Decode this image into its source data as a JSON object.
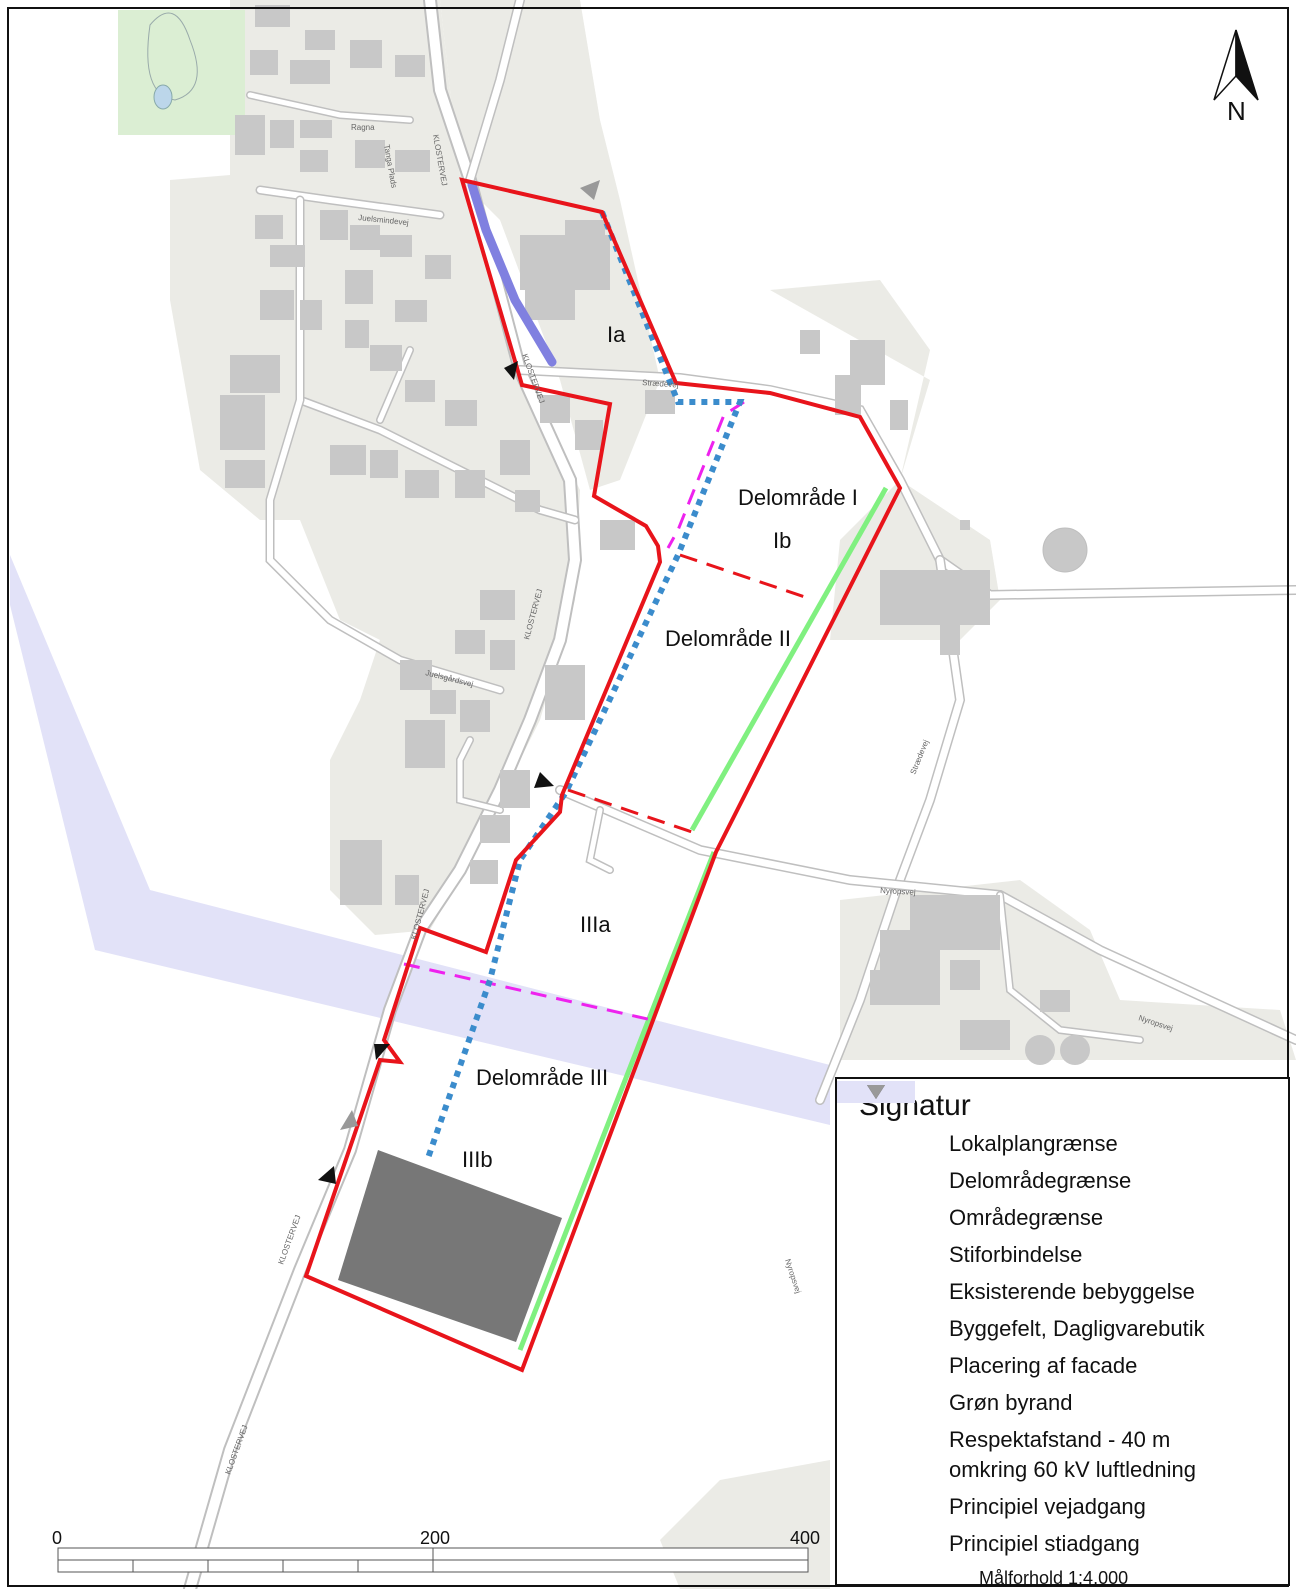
{
  "north": {
    "label": "N"
  },
  "zones": {
    "ia": "Ia",
    "delomrade_i": "Delområde I",
    "ib": "Ib",
    "delomrade_ii": "Delområde II",
    "iiia": "IIIa",
    "delomrade_iii": "Delområde III",
    "iiib": "IIIb"
  },
  "roads": {
    "ragna": "Ragna",
    "tanga_plads": "Tanga Plads",
    "klostervej_1": "KLOSTERVEJ",
    "klostervej_2": "KLOSTERVEJ",
    "klostervej_3": "KLOSTERVEJ",
    "klostervej_4": "KLOSTERVEJ",
    "klostervej_5": "KLOSTERVEJ",
    "klostervej_6": "KLOSTERVEJ",
    "juelsmindevej": "Juelsmindevej",
    "juelsgardsvej": "Juelsgårdsvej",
    "straedevej_1": "Strædevej",
    "straedevej_2": "Strædevej",
    "nyropsvej_1": "Nyropsvej",
    "nyropsvej_2": "Nyropsvej",
    "nyropsvej_3": "Nyropsvej"
  },
  "scale_bar": {
    "ticks": [
      "0",
      "200",
      "400"
    ]
  },
  "legend": {
    "title": "Signatur",
    "items": [
      {
        "label": "Lokalplangrænse",
        "symbol": "solid-line",
        "color": "#e8141b"
      },
      {
        "label": "Delområdegrænse",
        "symbol": "dashed-line",
        "color": "#e8141b"
      },
      {
        "label": "Områdegrænse",
        "symbol": "dashed-line",
        "color": "#ee22ee"
      },
      {
        "label": "Stiforbindelse",
        "symbol": "dotted-line",
        "color": "#3b8ccc"
      },
      {
        "label": "Eksisterende bebyggelse",
        "symbol": "fill",
        "color": "#c8c8c8"
      },
      {
        "label": "Byggefelt, Dagligvarebutik",
        "symbol": "fill",
        "color": "#777777"
      },
      {
        "label": "Placering af facade",
        "symbol": "fill",
        "color": "#8080e0"
      },
      {
        "label": "Grøn byrand",
        "symbol": "fill",
        "color": "#80f080"
      },
      {
        "label": "Respektafstand - 40 m",
        "label2": "omkring 60 kV luftledning",
        "symbol": "fill",
        "color": "#e2e2f8"
      },
      {
        "label": "Principiel vejadgang",
        "symbol": "triangle",
        "color": "#111111"
      },
      {
        "label": "Principiel stiadgang",
        "symbol": "triangle",
        "color": "#999999"
      }
    ],
    "scale_text": "Målforhold 1:4.000"
  }
}
